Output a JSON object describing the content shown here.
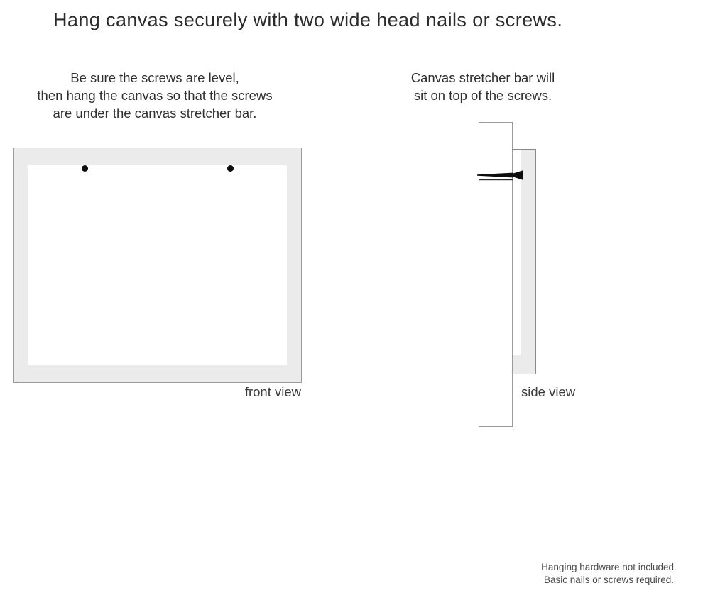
{
  "title": "Hang canvas securely with two wide head nails or screws.",
  "instructions": {
    "front": {
      "lines": [
        "Be sure the screws are level,",
        "then hang the canvas so that the screws",
        "are under the canvas stretcher bar."
      ]
    },
    "side": {
      "lines": [
        "Canvas stretcher bar will",
        "sit on top of the screws."
      ]
    }
  },
  "diagrams": {
    "front_view": {
      "label": "front view",
      "screw_count": "2"
    },
    "side_view": {
      "label": "side view"
    }
  },
  "footnote": {
    "lines": [
      "Hanging hardware not included.",
      "Basic nails or screws required."
    ]
  },
  "colors": {
    "canvas_frame": "#ebebeb",
    "frame_border": "#9b9b9b",
    "title_text": "#2b2b2b",
    "body_text": "#2f2f2f",
    "note_text": "#4a4a4a",
    "screw": "#0d0d0d"
  }
}
